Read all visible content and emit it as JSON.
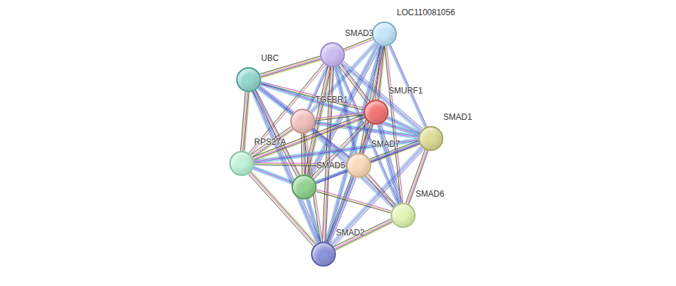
{
  "diagram": {
    "nodes": [
      {
        "text": [
          "LOC110081056"
        ]
      },
      {
        "text": [
          "SMAD3"
        ]
      },
      {
        "text": [
          "UBC"
        ]
      },
      {
        "text": [
          "TGFBR1"
        ]
      },
      {
        "text": [
          "SMURF1"
        ]
      },
      {
        "text": [
          "SMAD1"
        ]
      },
      {
        "text": [
          "RPS27A"
        ]
      },
      {
        "text": [
          "SMAD7"
        ]
      },
      {
        "text": [
          "SMAD5"
        ]
      },
      {
        "text": [
          "SMAD6"
        ]
      },
      {
        "text": [
          "SMAD2"
        ]
      }
    ],
    "edges": [
      {
        "from": 0,
        "to": 1,
        "arrow": "none"
      },
      {
        "from": 0,
        "to": 3,
        "arrow": "none"
      },
      {
        "from": 0,
        "to": 4,
        "arrow": "none"
      },
      {
        "from": 0,
        "to": 5,
        "arrow": "none"
      },
      {
        "from": 0,
        "to": 7,
        "arrow": "none"
      },
      {
        "from": 0,
        "to": 8,
        "arrow": "none"
      },
      {
        "from": 0,
        "to": 9,
        "arrow": "none"
      },
      {
        "from": 0,
        "to": 10,
        "arrow": "none"
      },
      {
        "from": 1,
        "to": 2,
        "arrow": "none"
      },
      {
        "from": 1,
        "to": 3,
        "arrow": "none"
      },
      {
        "from": 1,
        "to": 4,
        "arrow": "none"
      },
      {
        "from": 1,
        "to": 5,
        "arrow": "none"
      },
      {
        "from": 1,
        "to": 6,
        "arrow": "none"
      },
      {
        "from": 1,
        "to": 7,
        "arrow": "none"
      },
      {
        "from": 1,
        "to": 8,
        "arrow": "none"
      },
      {
        "from": 1,
        "to": 9,
        "arrow": "none"
      },
      {
        "from": 1,
        "to": 10,
        "arrow": "none"
      },
      {
        "from": 2,
        "to": 3,
        "arrow": "none"
      },
      {
        "from": 2,
        "to": 4,
        "arrow": "none"
      },
      {
        "from": 2,
        "to": 5,
        "arrow": "none"
      },
      {
        "from": 2,
        "to": 6,
        "arrow": "none"
      },
      {
        "from": 2,
        "to": 7,
        "arrow": "none"
      },
      {
        "from": 2,
        "to": 8,
        "arrow": "none"
      },
      {
        "from": 2,
        "to": 10,
        "arrow": "none"
      },
      {
        "from": 3,
        "to": 4,
        "arrow": "none"
      },
      {
        "from": 3,
        "to": 5,
        "arrow": "none"
      },
      {
        "from": 3,
        "to": 6,
        "arrow": "none"
      },
      {
        "from": 3,
        "to": 7,
        "arrow": "none"
      },
      {
        "from": 3,
        "to": 8,
        "arrow": "none"
      },
      {
        "from": 3,
        "to": 9,
        "arrow": "none"
      },
      {
        "from": 3,
        "to": 10,
        "arrow": "none"
      },
      {
        "from": 4,
        "to": 5,
        "arrow": "none"
      },
      {
        "from": 4,
        "to": 6,
        "arrow": "none"
      },
      {
        "from": 4,
        "to": 7,
        "arrow": "none"
      },
      {
        "from": 4,
        "to": 8,
        "arrow": "none"
      },
      {
        "from": 4,
        "to": 9,
        "arrow": "none"
      },
      {
        "from": 4,
        "to": 10,
        "arrow": "none"
      },
      {
        "from": 5,
        "to": 6,
        "arrow": "none"
      },
      {
        "from": 5,
        "to": 7,
        "arrow": "none"
      },
      {
        "from": 5,
        "to": 8,
        "arrow": "none"
      },
      {
        "from": 5,
        "to": 9,
        "arrow": "none"
      },
      {
        "from": 5,
        "to": 10,
        "arrow": "none"
      },
      {
        "from": 6,
        "to": 7,
        "arrow": "none"
      },
      {
        "from": 6,
        "to": 8,
        "arrow": "none"
      },
      {
        "from": 6,
        "to": 10,
        "arrow": "none"
      },
      {
        "from": 7,
        "to": 8,
        "arrow": "none"
      },
      {
        "from": 7,
        "to": 9,
        "arrow": "none"
      },
      {
        "from": 7,
        "to": 10,
        "arrow": "none"
      },
      {
        "from": 8,
        "to": 9,
        "arrow": "none"
      },
      {
        "from": 8,
        "to": 10,
        "arrow": "none"
      },
      {
        "from": 9,
        "to": 10,
        "arrow": "none"
      }
    ]
  }
}
